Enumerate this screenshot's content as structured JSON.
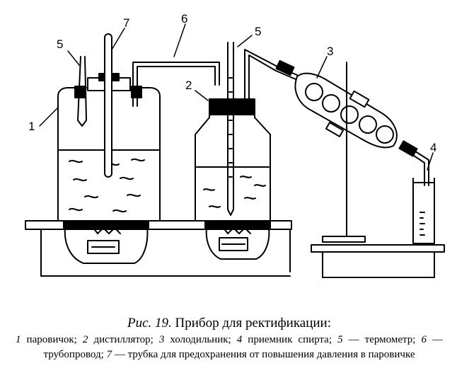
{
  "figure": {
    "labels": {
      "steamer": "1",
      "distiller": "2",
      "condenser": "3",
      "receiver": "4",
      "thermometer_left": "5",
      "thermometer_right": "5",
      "pipeline": "6",
      "safety_tube": "7"
    }
  },
  "caption": {
    "fig_label": "Рис. 19.",
    "title": "Прибор для ректификации:",
    "legend": [
      {
        "n": "1",
        "text": "паровичок;"
      },
      {
        "n": "2",
        "text": "дистиллятор;"
      },
      {
        "n": "3",
        "text": "холодильник;"
      },
      {
        "n": "4",
        "text": "приемник спирта;"
      },
      {
        "n": "5",
        "text": "термометр;"
      },
      {
        "n": "6",
        "text": "трубопровод;"
      },
      {
        "n": "7",
        "text": "трубка для предохранения от повышения давления в паровичке"
      }
    ],
    "dash": "—"
  }
}
